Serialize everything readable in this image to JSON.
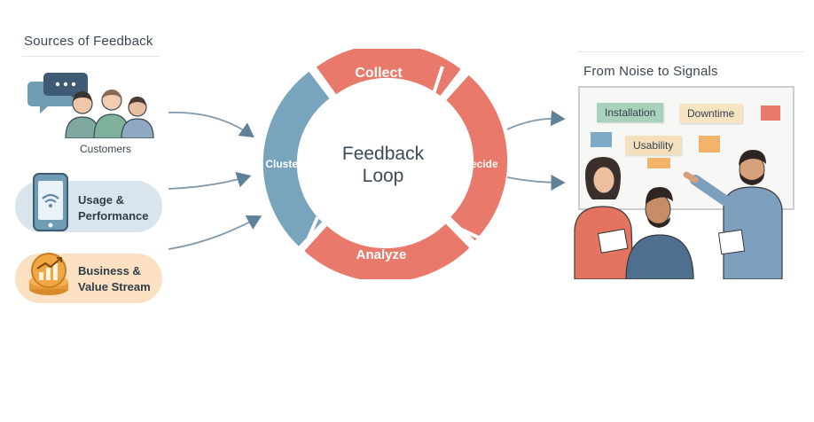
{
  "sources": {
    "title": "Sources of Feedback",
    "customers_label": "Customers",
    "usage_label": [
      "Usage &",
      "Performance"
    ],
    "business_label": [
      "Business &",
      "Value Stream"
    ]
  },
  "loop": {
    "center_title": [
      "Feedback",
      "Loop"
    ],
    "segments": [
      "Collect",
      "Decide",
      "Analyze",
      "Cluster"
    ]
  },
  "signals": {
    "title": "From Noise to Signals",
    "notes": [
      "Installation",
      "Downtime",
      "Usability"
    ]
  },
  "colors": {
    "coral": "#e8796b",
    "blue": "#78a4bd",
    "navy": "#3f5b73",
    "green": "#8bb7a0",
    "orange": "#efa24a",
    "pill_blue": "#d8e5ef",
    "pill_orange": "#fbe1c2"
  }
}
